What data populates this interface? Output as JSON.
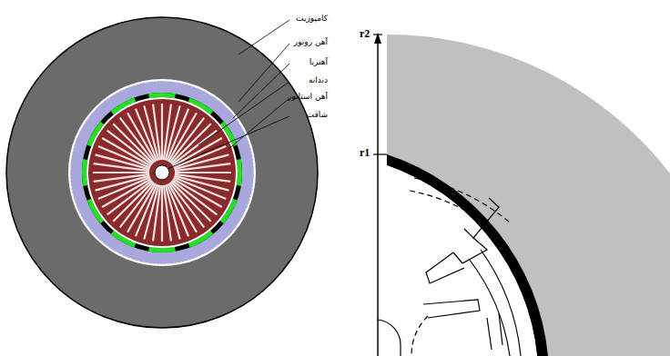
{
  "diagram": {
    "labels": [
      "کامپوزیت",
      "آهن روتور",
      "آهنربا",
      "دندانه",
      "آهن استاتور",
      "شافت",
      "r2",
      "r1"
    ]
  }
}
